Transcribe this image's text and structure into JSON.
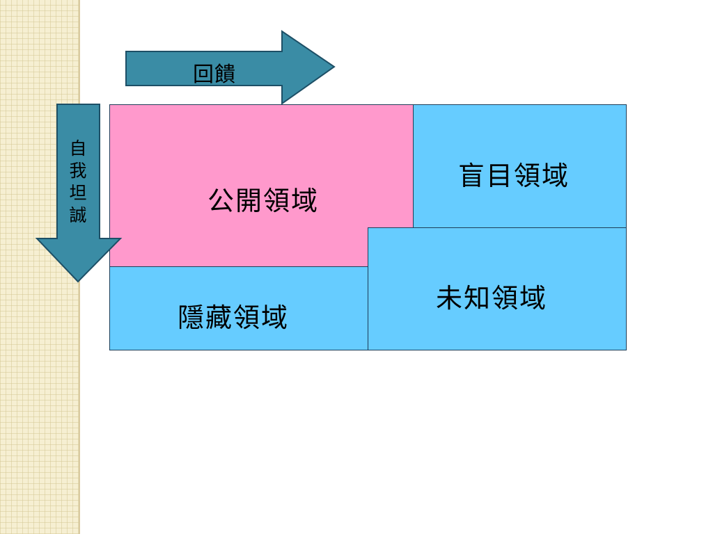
{
  "diagram": {
    "feedback_arrow": {
      "label": "回饋"
    },
    "self_disclosure_arrow": {
      "chars": [
        "自",
        "我",
        "坦",
        "誠"
      ]
    },
    "regions": {
      "open_area": "公開領域",
      "blind_area": "盲目領域",
      "hidden_area": "隱藏領域",
      "unknown_area": "未知領域"
    }
  },
  "colors": {
    "arrow_fill": "#3a8ca5",
    "open_area": "#ff99cc",
    "other_areas": "#66ccff",
    "border": "#1d3d57"
  }
}
